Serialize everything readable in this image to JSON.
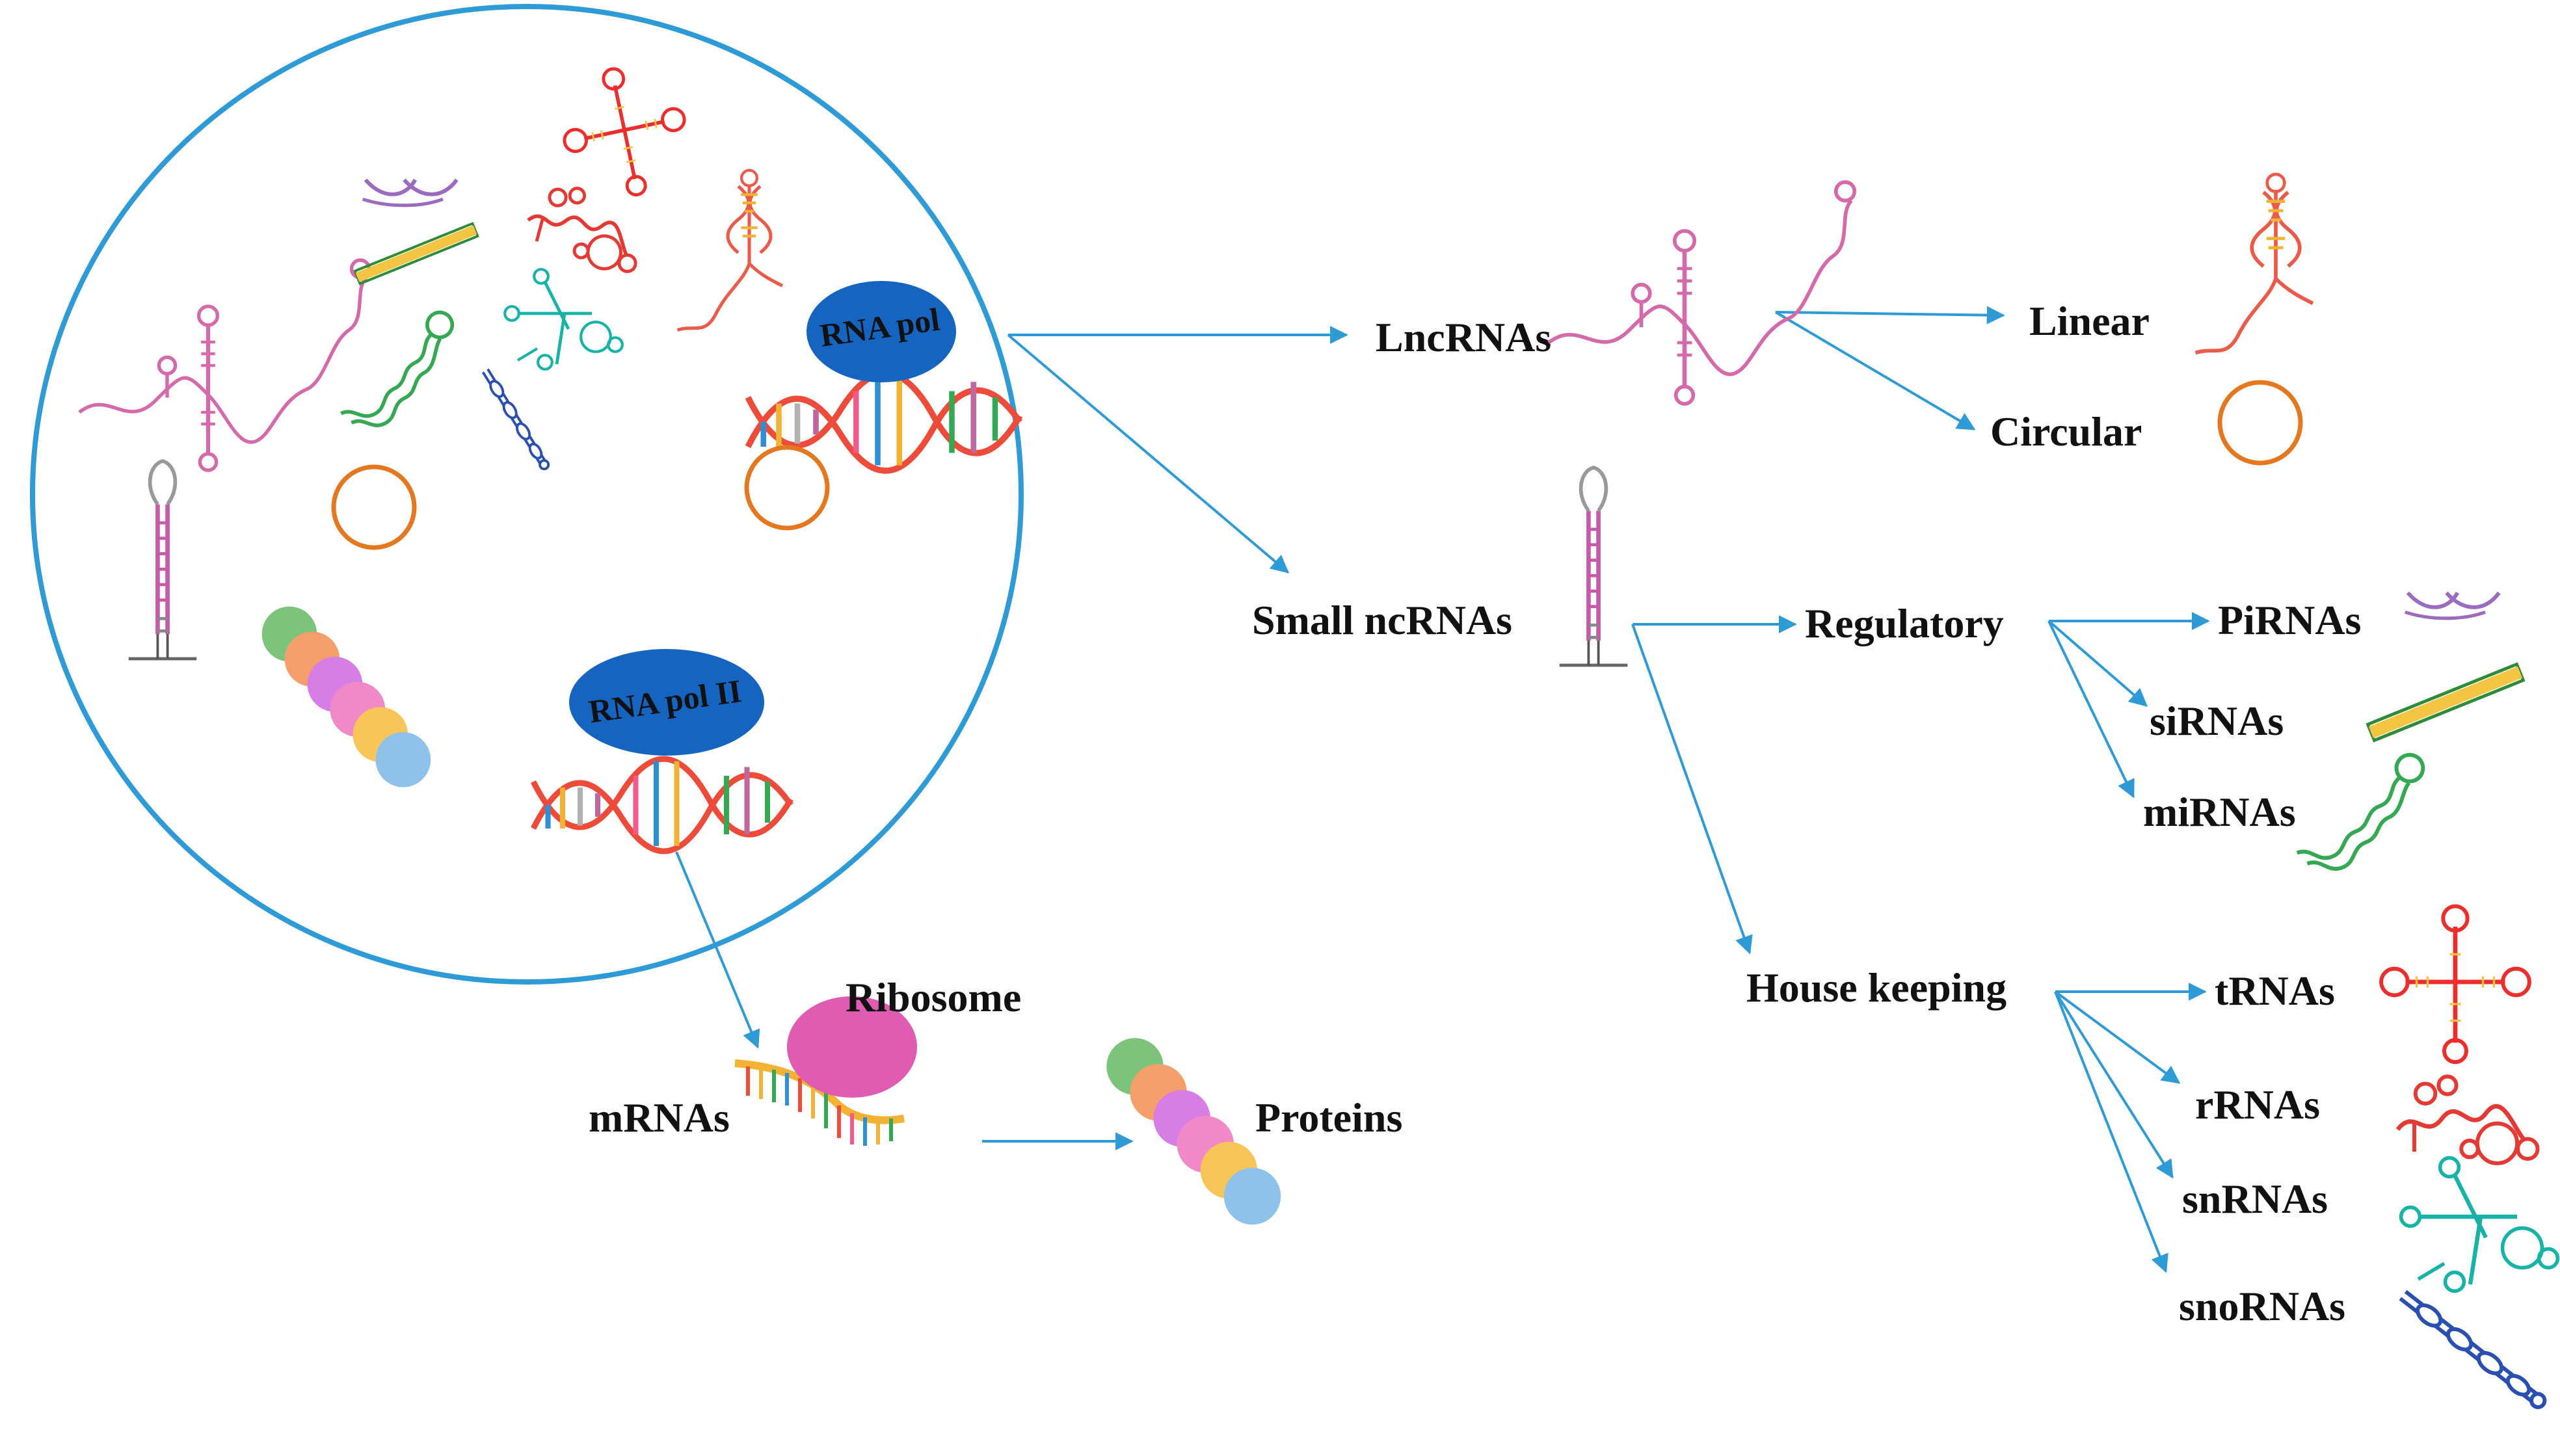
{
  "colors": {
    "cell_border": "#2e9bd6",
    "arrow": "#2e9bd6",
    "polymerase": "#1565c0",
    "ribosome": "#e0449b",
    "lncrna": "#d46aa9",
    "circular": "#e5781e",
    "pirna": "#9a6bbf",
    "sirna": "#7cb342",
    "mirna": "#34a853",
    "trna": "#ee2d2d",
    "rrna": "#e53935",
    "snrna": "#17b3a6",
    "snorna": "#2a4fb0",
    "hairpin": "#c75aa6"
  },
  "cell": {
    "polymerase_label": "RNA pol",
    "polymerase2_label": "RNA pol II"
  },
  "labels": {
    "lncrnas": "LncRNAs",
    "linear": "Linear",
    "circular": "Circular",
    "small_ncrnas": "Small ncRNAs",
    "regulatory": "Regulatory",
    "pirnas": "PiRNAs",
    "sirnas": "siRNAs",
    "mirnas": "miRNAs",
    "house_keeping": "House keeping",
    "trnas": "tRNAs",
    "rrnas": "rRNAs",
    "snrnas": "snRNAs",
    "snornas": "snoRNAs",
    "ribosome": "Ribosome",
    "mrnas": "mRNAs",
    "proteins": "Proteins"
  },
  "icons": [
    "lncrna-icon",
    "linear-rna-icon",
    "circular-rna-icon",
    "hairpin-icon",
    "pirna-icon",
    "sirna-icon",
    "mirna-icon",
    "trna-icon",
    "rrna-icon",
    "snrna-icon",
    "snorna-icon",
    "dna-helix-icon",
    "protein-beads-icon",
    "ribosome-icon",
    "mrna-icon"
  ]
}
